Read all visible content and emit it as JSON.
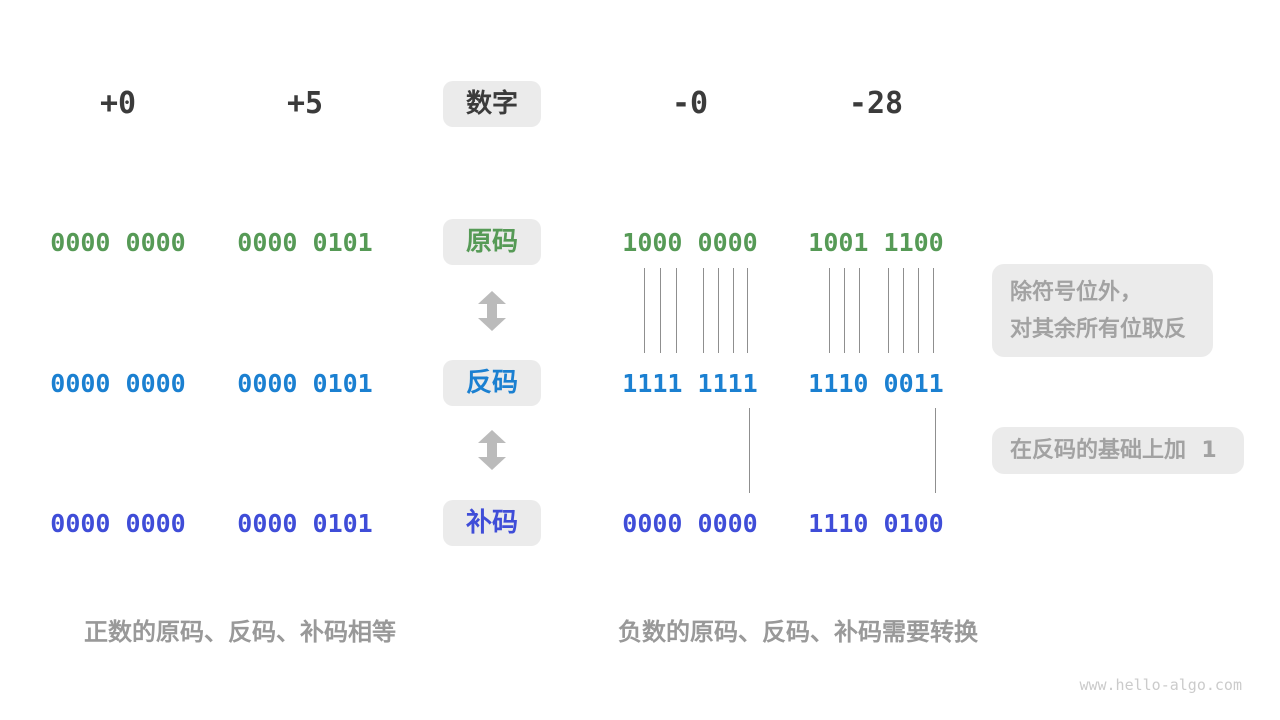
{
  "colors": {
    "number": "#3B3B3B",
    "sign_magnitude": "#569A56",
    "ones_complement": "#1B80D1",
    "twos_complement": "#3F4DD8",
    "box_bg": "#EBEBEB",
    "annotation_text": "#A2A2A2",
    "caption_text": "#999999",
    "connector_line": "#8F8F8F",
    "arrow": "#BBBBBB",
    "watermark": "#CBCBCB"
  },
  "header": {
    "center_label": "数字",
    "positive": [
      "+0",
      "+5"
    ],
    "negative": [
      "-0",
      "-28"
    ]
  },
  "rows": [
    {
      "label": "原码",
      "values": [
        "0000 0000",
        "0000 0101",
        "1000 0000",
        "1001 1100"
      ]
    },
    {
      "label": "反码",
      "values": [
        "0000 0000",
        "0000 0101",
        "1111 1111",
        "1110 0011"
      ]
    },
    {
      "label": "补码",
      "values": [
        "0000 0000",
        "0000 0101",
        "0000 0000",
        "1110 0100"
      ]
    }
  ],
  "annotations": {
    "invert_line1": "除符号位外，",
    "invert_line2": "对其余所有位取反",
    "add_one": "在反码的基础上加  1"
  },
  "captions": {
    "positive": "正数的原码、反码、补码相等",
    "negative": "负数的原码、反码、补码需要转换"
  },
  "watermark": "www.hello-algo.com"
}
